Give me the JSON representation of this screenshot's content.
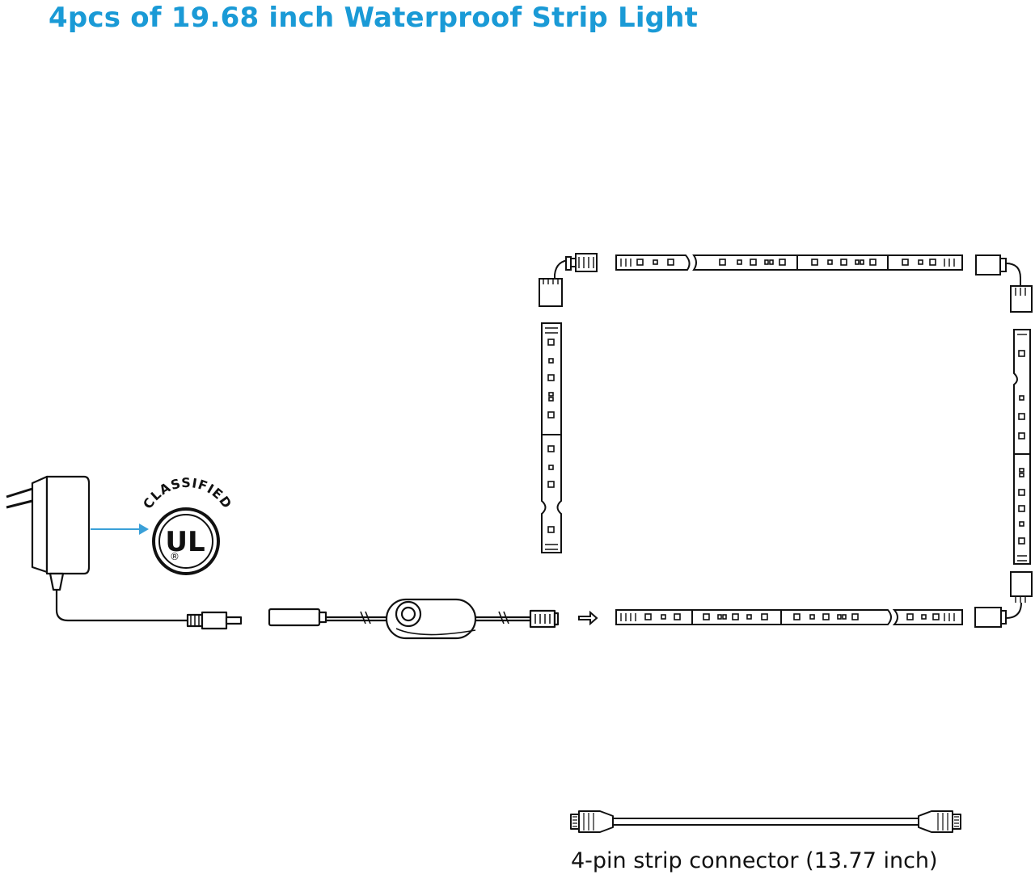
{
  "title": "4pcs of 19.68 inch Waterproof Strip Light",
  "certification": {
    "arc_text": "CLASSIFIED",
    "mark_text": "UL",
    "registered_symbol": "®"
  },
  "connector_caption": "4-pin strip connector (13.77 inch)",
  "colors": {
    "title": "#1a9ad6",
    "line": "#111111",
    "pointer": "#3aa0d8"
  },
  "icons": {
    "adapter": "power-adapter-icon",
    "certification": "ul-classified-icon",
    "controller": "inline-controller-icon",
    "arrow": "arrow-right-icon",
    "connector": "connector-cable-icon"
  }
}
